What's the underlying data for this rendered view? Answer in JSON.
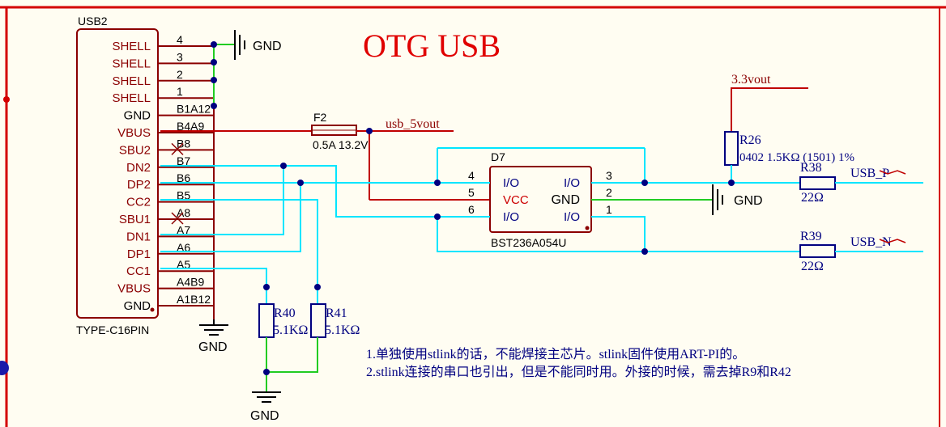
{
  "title": "OTG USB",
  "usb": {
    "designator": "USB2",
    "footprint": "TYPE-C16PIN",
    "left_pins": [
      "SHELL",
      "SHELL",
      "SHELL",
      "SHELL",
      "GND",
      "VBUS",
      "SBU2",
      "DN2",
      "DP2",
      "CC2",
      "SBU1",
      "DN1",
      "DP1",
      "CC1",
      "VBUS",
      "GND"
    ],
    "right_pins": [
      "4",
      "3",
      "2",
      "1",
      "B1A12",
      "B4A9",
      "B8",
      "B7",
      "B6",
      "B5",
      "A8",
      "A7",
      "A6",
      "A5",
      "A4B9",
      "A1B12"
    ]
  },
  "fuse": {
    "designator": "F2",
    "value": "0.5A 13.2V",
    "net": "usb_5vout"
  },
  "d7": {
    "designator": "D7",
    "part": "BST236A054U",
    "left_labels": [
      "I/O",
      "VCC",
      "I/O"
    ],
    "left_nums": [
      "4",
      "5",
      "6"
    ],
    "right_labels": [
      "I/O",
      "GND",
      "I/O"
    ],
    "right_nums": [
      "3",
      "2",
      "1"
    ]
  },
  "r26": {
    "designator": "R26",
    "value": "0402 1.5KΩ (1501) 1%",
    "net": "3.3vout"
  },
  "r38": {
    "designator": "R38",
    "value": "22Ω",
    "net": "USB_P"
  },
  "r39": {
    "designator": "R39",
    "value": "22Ω",
    "net": "USB_N"
  },
  "r40": {
    "designator": "R40",
    "value": "5.1KΩ"
  },
  "r41": {
    "designator": "R41",
    "value": "5.1KΩ"
  },
  "gnd_label": "GND",
  "notes": [
    "1.单独使用stlink的话，不能焊接主芯片。stlink固件使用ART-PI的。",
    "2.stlink连接的串口也引出，但是不能同时用。外接的时候，需去掉R9和R42"
  ],
  "colors": {
    "wire_signal": "#00e5ff",
    "wire_power": "#c00000",
    "wire_gnd": "#22cc22",
    "border": "#d40000",
    "part": "#8b0000",
    "junction": "#000080"
  }
}
